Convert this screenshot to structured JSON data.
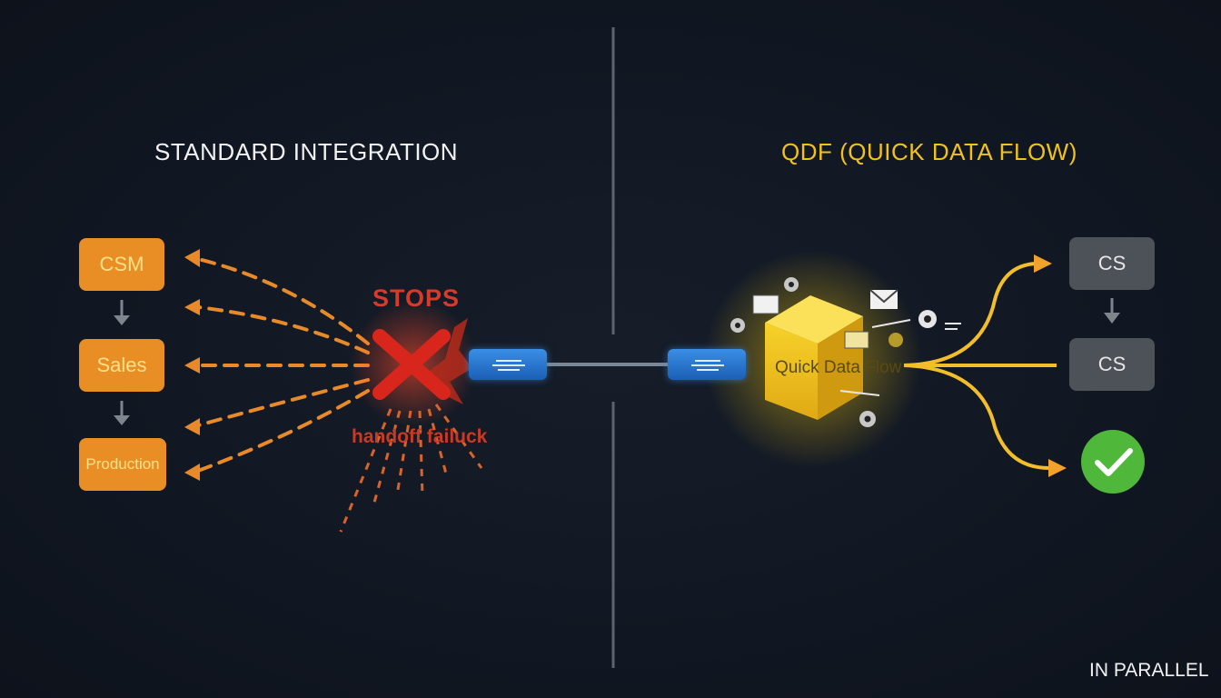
{
  "left_panel": {
    "title": "STANDARD INTEGRATION",
    "boxes": [
      "CSM",
      "Sales",
      "Production"
    ],
    "stops_label": "STOPS",
    "failure_label": "handoff failuck"
  },
  "right_panel": {
    "title": "QDF (QUICK DATA FLOW)",
    "cube_label": "Quick Data Flow",
    "boxes": [
      "CS",
      "CS"
    ],
    "footer": "IN PARALLEL"
  },
  "colors": {
    "orange": "#e98e24",
    "yellow": "#f2c21a",
    "red": "#d63a2a",
    "blue": "#2b78d6",
    "green": "#4fb83a",
    "gray": "#4d5259"
  },
  "icons": [
    "arrow-down-icon",
    "red-x-icon",
    "message-icon",
    "gear-icon",
    "envelope-icon",
    "checkmark-icon"
  ]
}
